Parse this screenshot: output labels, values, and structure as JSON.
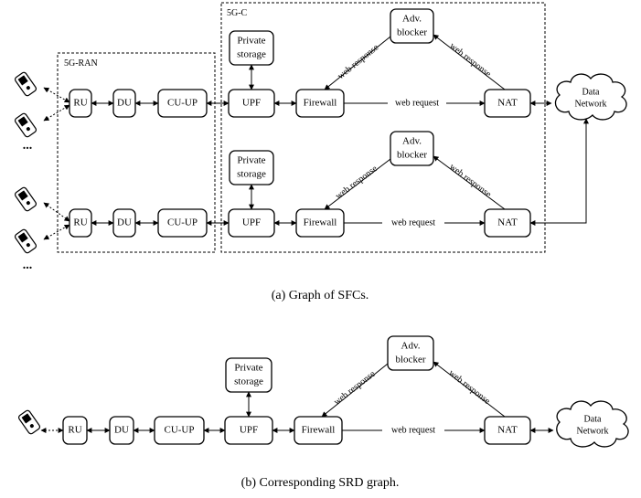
{
  "regions": {
    "ran": "5G-RAN",
    "core": "5G-C"
  },
  "nodes": {
    "ru": "RU",
    "du": "DU",
    "cu_up": "CU-UP",
    "upf": "UPF",
    "firewall": "Firewall",
    "nat": "NAT",
    "private_storage": [
      "Private",
      "storage"
    ],
    "adv_blocker": [
      "Adv.",
      "blocker"
    ],
    "data_network": [
      "Data",
      "Network"
    ]
  },
  "edges": {
    "web_request": "web request",
    "web_response": "web response"
  },
  "ellipsis": "...",
  "captions": {
    "a": "(a) Graph of SFCs.",
    "b": "(b) Corresponding SRD graph."
  }
}
